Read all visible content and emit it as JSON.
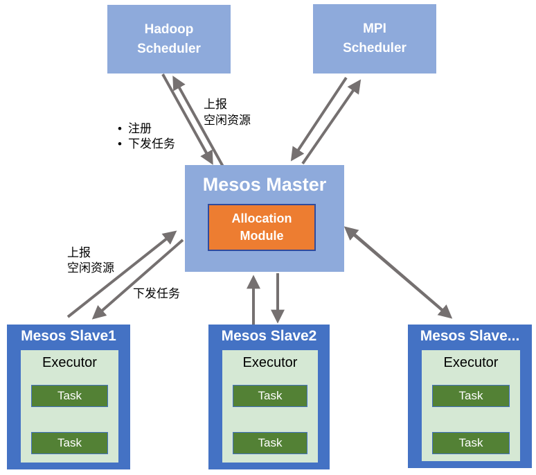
{
  "diagram": {
    "colors": {
      "scheduler_fill": "#8EAADB",
      "slave_fill": "#4472C4",
      "executor_fill": "#D5E8D4",
      "task_fill": "#538135",
      "allocation_fill": "#ED7D31",
      "allocation_border": "#2E4B9E",
      "arrow": "#757070"
    },
    "schedulers": [
      {
        "line1": "Hadoop",
        "line2": "Scheduler"
      },
      {
        "line1": "MPI",
        "line2": "Scheduler"
      }
    ],
    "master": {
      "title": "Mesos Master",
      "allocation_module": {
        "line1": "Allocation",
        "line2": "Module"
      }
    },
    "slaves": [
      {
        "title": "Mesos Slave1",
        "executor": "Executor",
        "tasks": [
          "Task",
          "Task"
        ]
      },
      {
        "title": "Mesos Slave2",
        "executor": "Executor",
        "tasks": [
          "Task",
          "Task"
        ]
      },
      {
        "title": "Mesos Slave...",
        "executor": "Executor",
        "tasks": [
          "Task",
          "Task"
        ]
      }
    ],
    "annotations": {
      "report_top": {
        "line1": "上报",
        "line2": "空闲资源"
      },
      "register_list": {
        "bullet": "•",
        "item1": "注册",
        "item2": "下发任务"
      },
      "report_left": {
        "line1": "上报",
        "line2": "空闲资源"
      },
      "dispatch_left": "下发任务"
    }
  }
}
